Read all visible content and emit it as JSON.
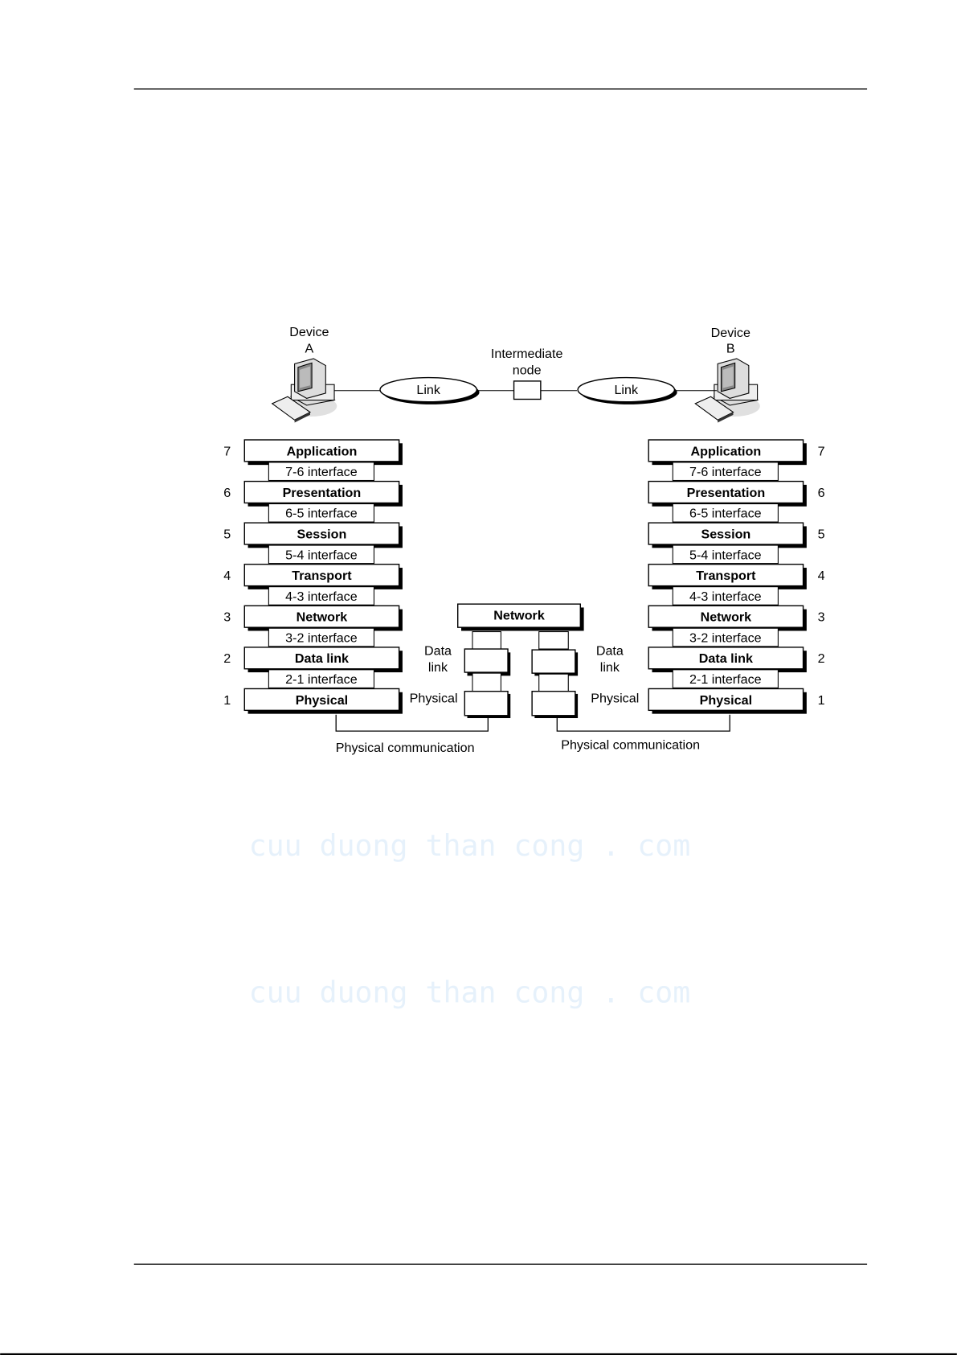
{
  "diagram": {
    "device_a": [
      "Device",
      "A"
    ],
    "device_b": [
      "Device",
      "B"
    ],
    "intermediate": [
      "Intermediate",
      "node"
    ],
    "link_left": "Link",
    "link_right": "Link",
    "layers": [
      {
        "num": "7",
        "name": "Application",
        "iface": "7-6 interface"
      },
      {
        "num": "6",
        "name": "Presentation",
        "iface": "6-5 interface"
      },
      {
        "num": "5",
        "name": "Session",
        "iface": "5-4 interface"
      },
      {
        "num": "4",
        "name": "Transport",
        "iface": "4-3 interface"
      },
      {
        "num": "3",
        "name": "Network",
        "iface": "3-2 interface"
      },
      {
        "num": "2",
        "name": "Data link",
        "iface": "2-1 interface"
      },
      {
        "num": "1",
        "name": "Physical",
        "iface": null
      }
    ],
    "node_network": "Network",
    "node_datalink_left": [
      "Data",
      "link"
    ],
    "node_datalink_right": [
      "Data",
      "link"
    ],
    "node_physical_left": "Physical",
    "node_physical_right": "Physical",
    "phys_comm_left": "Physical communication",
    "phys_comm_right": "Physical communication"
  },
  "watermark": "cuu duong than cong . com",
  "colors": {
    "watermark": "#e6f1fb",
    "line": "#000000"
  }
}
